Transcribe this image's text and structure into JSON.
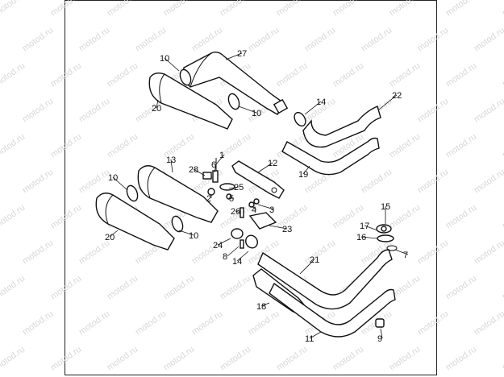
{
  "watermark": {
    "text": "motod.ru"
  },
  "diagram": {
    "callouts": [
      "27",
      "10",
      "20",
      "10",
      "14",
      "22",
      "19",
      "13",
      "28",
      "6",
      "1",
      "12",
      "25",
      "2",
      "5",
      "10",
      "26",
      "4",
      "3",
      "20",
      "10",
      "23",
      "24",
      "8",
      "14",
      "15",
      "17",
      "16",
      "7",
      "21",
      "18",
      "11",
      "9"
    ]
  },
  "colors": {
    "line": "#111111",
    "background": "#ffffff",
    "watermark": "#d8d8d8"
  }
}
